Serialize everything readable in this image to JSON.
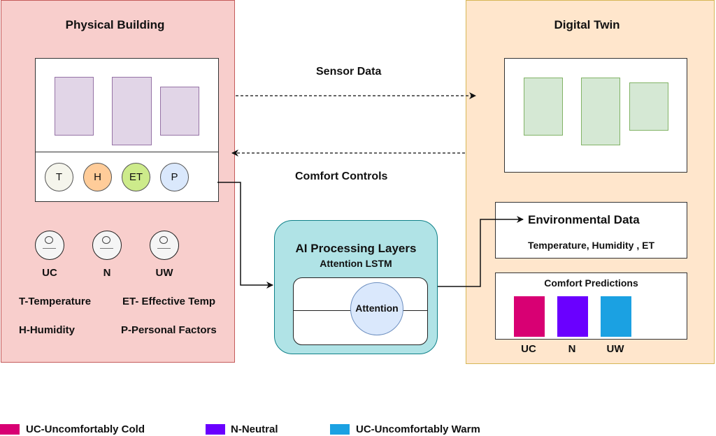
{
  "physical_building": {
    "title": "Physical Building",
    "sensors": [
      {
        "label": "T",
        "color": "#f5f5ec"
      },
      {
        "label": "H",
        "color": "#ffcc99"
      },
      {
        "label": "ET",
        "color": "#cdeb8b"
      },
      {
        "label": "P",
        "color": "#dae8fc"
      }
    ],
    "occupants": [
      {
        "label": "UC"
      },
      {
        "label": "N"
      },
      {
        "label": "UW"
      }
    ],
    "abbreviations": [
      "T-Temperature",
      "ET- Effective Temp",
      "H-Humidity",
      "P-Personal Factors"
    ]
  },
  "flows": {
    "sensor_data": "Sensor Data",
    "comfort_controls": "Comfort Controls"
  },
  "ai_processing": {
    "title": "AI Processing Layers",
    "subtitle": "Attention LSTM",
    "attention_label": "Attention"
  },
  "digital_twin": {
    "title": "Digital Twin",
    "environmental_data": {
      "title": "Environmental Data",
      "subtitle": "Temperature, Humidity , ET"
    },
    "comfort_predictions": {
      "title": "Comfort Predictions",
      "bars": [
        {
          "label": "UC",
          "color": "#d80073"
        },
        {
          "label": "N",
          "color": "#6a00ff"
        },
        {
          "label": "UW",
          "color": "#1ba1e2"
        }
      ]
    }
  },
  "legend": [
    {
      "label": "UC-Uncomfortably Cold",
      "color": "#d80073"
    },
    {
      "label": "N-Neutral",
      "color": "#6a00ff"
    },
    {
      "label": "UC-Uncomfortably Warm",
      "color": "#1ba1e2"
    }
  ]
}
